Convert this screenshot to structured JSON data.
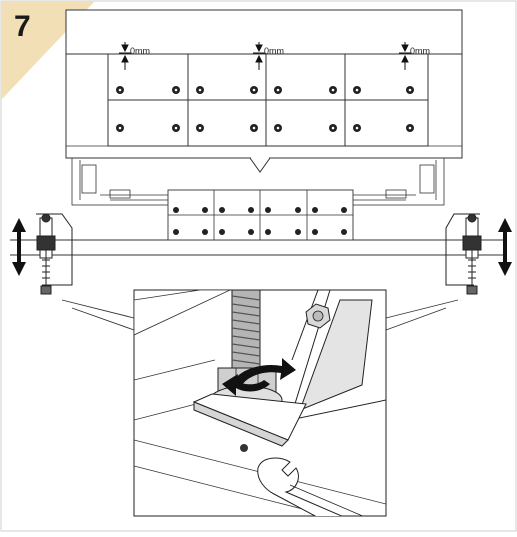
{
  "step": {
    "number": "7"
  },
  "gap_labels": [
    "0mm",
    "0mm",
    "0mm"
  ],
  "arrows": {
    "left": "up-down-arrow",
    "right": "up-down-arrow",
    "rotate": "rotate-arrow"
  },
  "colors": {
    "badge": "#f3dfb6",
    "line": "#222222",
    "steel": "#9a9a9a",
    "frame": "#c9c9c9"
  }
}
